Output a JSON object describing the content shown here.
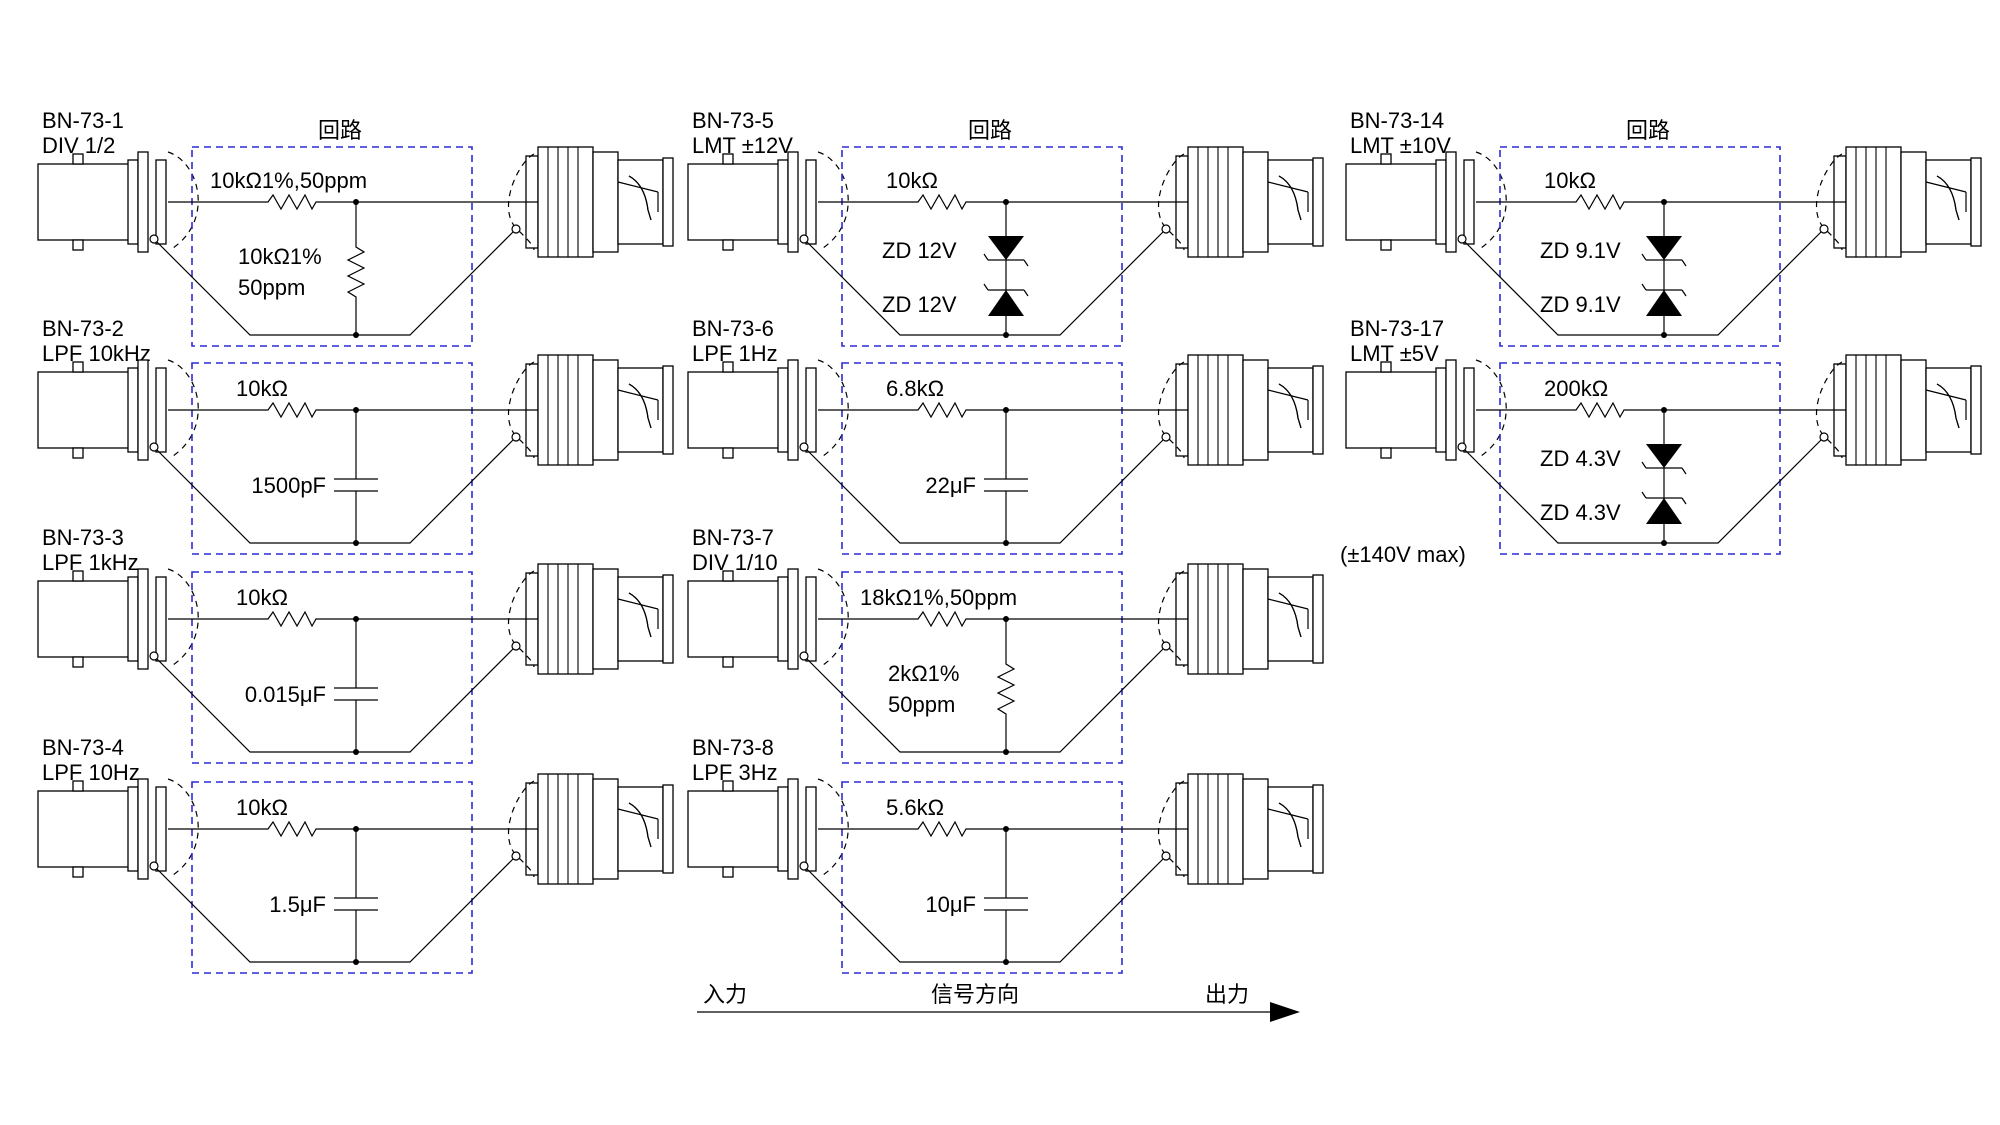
{
  "colors": {
    "box": "#2b2bd6",
    "ink": "#000000"
  },
  "section_title": "回路",
  "circuits": [
    {
      "id": "BN-73-1",
      "name": "DIV 1/2",
      "type": "divider",
      "series": "10kΩ1%,50ppm",
      "shunt": "10kΩ1%",
      "shunt2": "50ppm",
      "note": ""
    },
    {
      "id": "BN-73-2",
      "name": "LPF 10kHz",
      "type": "lpf",
      "series": "10kΩ",
      "shunt": "1500pF",
      "shunt2": "",
      "note": ""
    },
    {
      "id": "BN-73-3",
      "name": "LPF 1kHz",
      "type": "lpf",
      "series": "10kΩ",
      "shunt": "0.015μF",
      "shunt2": "",
      "note": ""
    },
    {
      "id": "BN-73-4",
      "name": "LPF 10Hz",
      "type": "lpf",
      "series": "10kΩ",
      "shunt": "1.5μF",
      "shunt2": "",
      "note": ""
    },
    {
      "id": "BN-73-5",
      "name": "LMT ±12V",
      "type": "limiter",
      "series": "10kΩ",
      "shunt": "ZD 12V",
      "shunt2": "ZD 12V",
      "note": ""
    },
    {
      "id": "BN-73-6",
      "name": "LPF 1Hz",
      "type": "lpf",
      "series": "6.8kΩ",
      "shunt": "22μF",
      "shunt2": "",
      "note": ""
    },
    {
      "id": "BN-73-7",
      "name": "DIV 1/10",
      "type": "divider",
      "series": "18kΩ1%,50ppm",
      "shunt": "2kΩ1%",
      "shunt2": "50ppm",
      "note": ""
    },
    {
      "id": "BN-73-8",
      "name": "LPF 3Hz",
      "type": "lpf",
      "series": "5.6kΩ",
      "shunt": "10μF",
      "shunt2": "",
      "note": ""
    },
    {
      "id": "BN-73-14",
      "name": "LMT ±10V",
      "type": "limiter",
      "series": "10kΩ",
      "shunt": "ZD 9.1V",
      "shunt2": "ZD 9.1V",
      "note": ""
    },
    {
      "id": "BN-73-17",
      "name": "LMT ±5V",
      "type": "limiter",
      "series": "200kΩ",
      "shunt": "ZD 4.3V",
      "shunt2": "ZD 4.3V",
      "note": "(±140V max)"
    }
  ],
  "signal": {
    "input": "入力",
    "direction": "信号方向",
    "output": "出力"
  }
}
